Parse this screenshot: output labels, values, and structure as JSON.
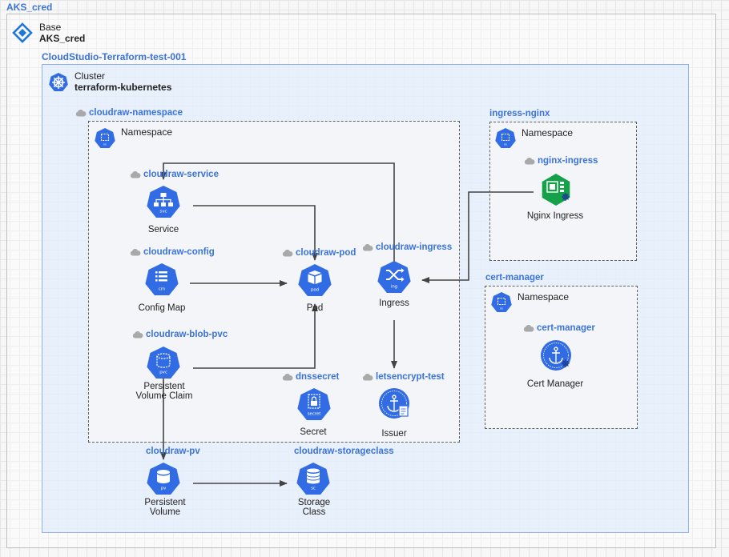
{
  "colors": {
    "k8s_blue": "#326ce5",
    "accent": "#3b73d9",
    "nginx_green": "#15a14a",
    "frame": "#bdbdbd",
    "cluster_border": "#8fb0ea"
  },
  "top": {
    "title": "AKS_cred"
  },
  "base": {
    "type": "Base",
    "name": "AKS_cred",
    "icon": "azure-diamond-icon"
  },
  "group": {
    "title": "CloudStudio-Terraform-test-001"
  },
  "cluster": {
    "type": "Cluster",
    "name": "terraform-kubernetes",
    "icon": "helm-wheel-icon"
  },
  "namespaces": {
    "cloudraw": {
      "title": "cloudraw-namespace",
      "label": "Namespace"
    },
    "ingress": {
      "title": "ingress-nginx",
      "label": "Namespace"
    },
    "cert": {
      "title": "cert-manager",
      "label": "Namespace"
    }
  },
  "nodes": {
    "service": {
      "tag": "cloudraw-service",
      "label": "Service",
      "badge": "svc"
    },
    "config": {
      "tag": "cloudraw-config",
      "label": "Config Map",
      "badge": "cm"
    },
    "pvc": {
      "tag": "cloudraw-blob-pvc",
      "label1": "Persistent",
      "label2": "Volume Claim",
      "badge": "pvc"
    },
    "pod": {
      "tag": "cloudraw-pod",
      "label": "Pod",
      "badge": "pod"
    },
    "ingress": {
      "tag": "cloudraw-ingress",
      "label": "Ingress",
      "badge": "ing"
    },
    "secret": {
      "tag": "dnssecret",
      "label": "Secret",
      "badge": "secret"
    },
    "issuer": {
      "tag": "letsencrypt-test",
      "label": "Issuer"
    },
    "nginx": {
      "tag": "nginx-ingress",
      "label": "Nginx Ingress"
    },
    "certmgr": {
      "tag": "cert-manager",
      "label": "Cert Manager"
    },
    "pv": {
      "tag": "cloudraw-pv",
      "label1": "Persistent",
      "label2": "Volume",
      "badge": "pv"
    },
    "storageclass": {
      "tag": "cloudraw-storageclass",
      "label1": "Storage",
      "label2": "Class",
      "badge": "sc"
    }
  }
}
